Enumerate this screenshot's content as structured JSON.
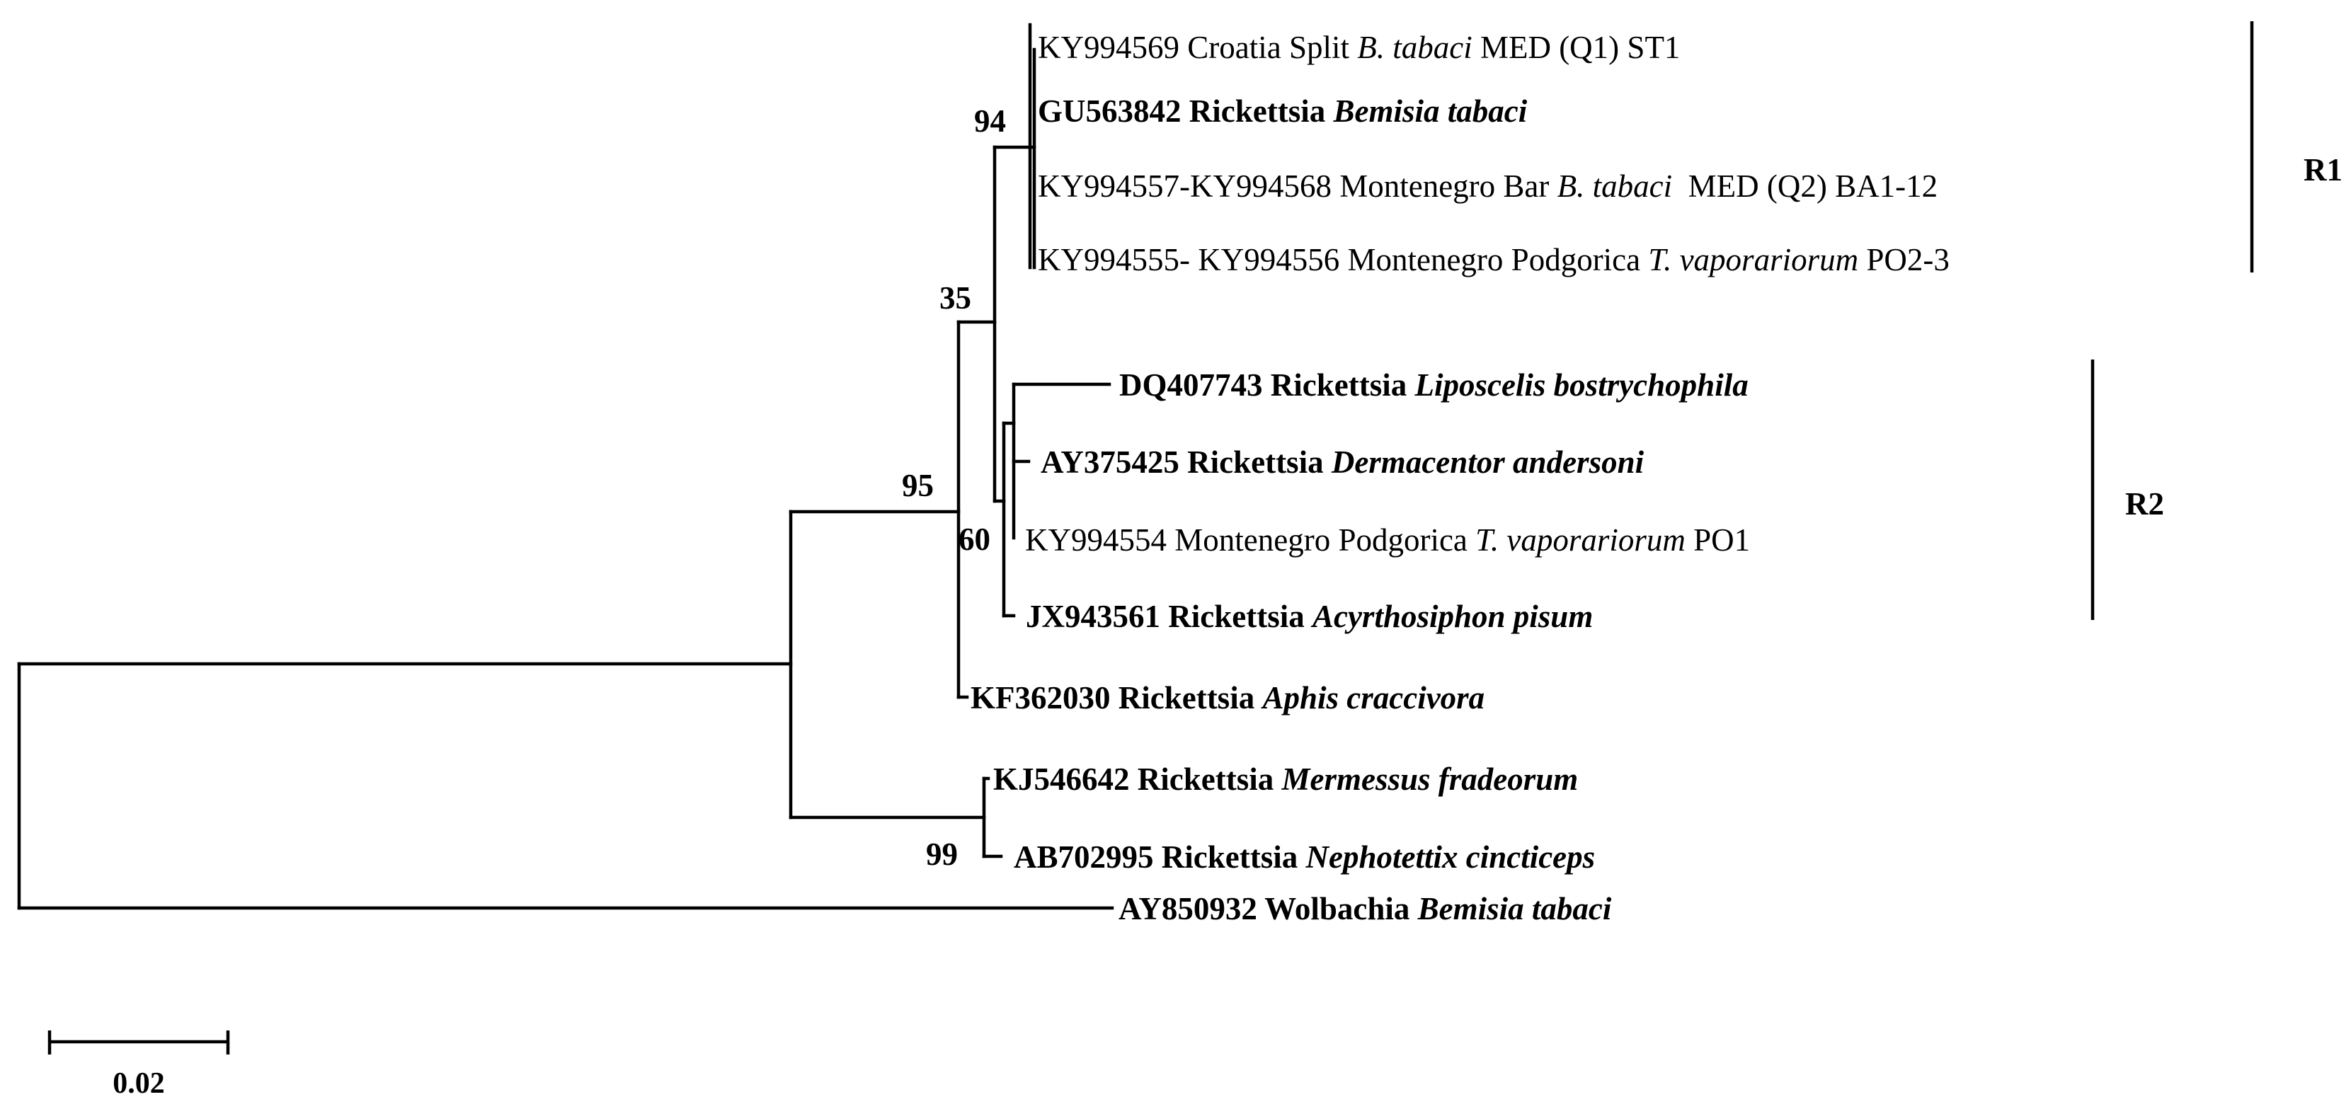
{
  "taxa": [
    {
      "id": "t1",
      "bold": false,
      "parts": [
        {
          "t": "KY994569 Croatia Split ",
          "i": false
        },
        {
          "t": "B. tabaci",
          "i": true
        },
        {
          "t": " MED (Q1) ST1",
          "i": false
        }
      ]
    },
    {
      "id": "t2",
      "bold": true,
      "parts": [
        {
          "t": "GU563842 Rickettsia ",
          "i": false
        },
        {
          "t": "Bemisia tabaci",
          "i": true
        }
      ]
    },
    {
      "id": "t3",
      "bold": false,
      "parts": [
        {
          "t": "KY994557-KY994568 Montenegro Bar ",
          "i": false
        },
        {
          "t": "B. tabaci",
          "i": true
        },
        {
          "t": "  MED (Q2) BA1-12",
          "i": false
        }
      ]
    },
    {
      "id": "t4",
      "bold": false,
      "parts": [
        {
          "t": "KY994555- KY994556 Montenegro Podgorica ",
          "i": false
        },
        {
          "t": "T. vaporariorum",
          "i": true
        },
        {
          "t": " PO2-3",
          "i": false
        }
      ]
    },
    {
      "id": "t5",
      "bold": true,
      "parts": [
        {
          "t": "DQ407743 Rickettsia ",
          "i": false
        },
        {
          "t": "Liposcelis bostrychophila",
          "i": true
        }
      ]
    },
    {
      "id": "t6",
      "bold": true,
      "parts": [
        {
          "t": "AY375425 Rickettsia ",
          "i": false
        },
        {
          "t": "Dermacentor andersoni",
          "i": true
        }
      ]
    },
    {
      "id": "t7",
      "bold": false,
      "parts": [
        {
          "t": "KY994554 Montenegro Podgorica ",
          "i": false
        },
        {
          "t": "T. vaporariorum",
          "i": true
        },
        {
          "t": " PO1",
          "i": false
        }
      ]
    },
    {
      "id": "t8",
      "bold": true,
      "parts": [
        {
          "t": "JX943561 Rickettsia ",
          "i": false
        },
        {
          "t": "Acyrthosiphon pisum",
          "i": true
        }
      ]
    },
    {
      "id": "t9",
      "bold": true,
      "parts": [
        {
          "t": "KF362030 Rickettsia ",
          "i": false
        },
        {
          "t": "Aphis craccivora",
          "i": true
        }
      ]
    },
    {
      "id": "t10",
      "bold": true,
      "parts": [
        {
          "t": "KJ546642 Rickettsia ",
          "i": false
        },
        {
          "t": "Mermessus fradeorum",
          "i": true
        }
      ]
    },
    {
      "id": "t11",
      "bold": true,
      "parts": [
        {
          "t": "AB702995 Rickettsia ",
          "i": false
        },
        {
          "t": "Nephotettix cincticeps",
          "i": true
        }
      ]
    },
    {
      "id": "t12",
      "bold": true,
      "parts": [
        {
          "t": "AY850932 Wolbachia ",
          "i": false
        },
        {
          "t": "Bemisia tabaci",
          "i": true
        }
      ]
    }
  ],
  "bootstrap": [
    {
      "id": "b94",
      "value": "94"
    },
    {
      "id": "b35",
      "value": "35"
    },
    {
      "id": "b95",
      "value": "95"
    },
    {
      "id": "b60",
      "value": "60"
    },
    {
      "id": "b99",
      "value": "99"
    }
  ],
  "clades": [
    {
      "id": "R1",
      "label": "R1"
    },
    {
      "id": "R2",
      "label": "R2"
    }
  ],
  "scale_bar": {
    "value": 0.02,
    "label": "0.02"
  }
}
